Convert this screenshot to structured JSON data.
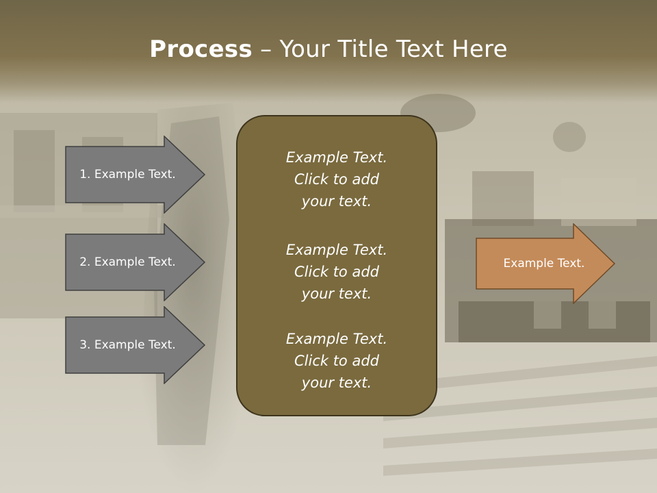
{
  "title": {
    "bold": "Process",
    "rest": " – Your Title Text Here"
  },
  "left_arrows": [
    {
      "label": "1. Example Text."
    },
    {
      "label": "2. Example Text."
    },
    {
      "label": "3. Example Text."
    }
  ],
  "center_box": {
    "blocks": [
      {
        "line1": "Example Text.",
        "line2": "Click  to add",
        "line3": "your text."
      },
      {
        "line1": "Example Text.",
        "line2": "Click  to add",
        "line3": "your text."
      },
      {
        "line1": "Example Text.",
        "line2": "Click  to add",
        "line3": "your text."
      }
    ]
  },
  "right_arrow": {
    "label": "Example Text."
  },
  "colors": {
    "grey_arrow_fill": "#7b7b7b",
    "center_fill": "#7a6a3e",
    "orange_arrow_fill": "#c48b5a"
  }
}
